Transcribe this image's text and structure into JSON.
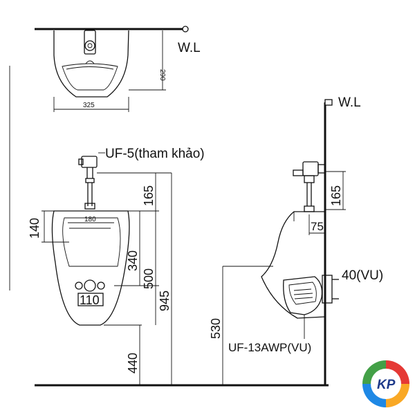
{
  "labels": {
    "wl_top": "W.L",
    "wl_side": "W.L",
    "model_front": "UF-5(tham khảo)",
    "model_side": "UF-13AWP(VU)",
    "pipe_size": "40(VU)"
  },
  "dims_top": {
    "width": "325",
    "depth": "290"
  },
  "dims_front": {
    "inner_width": "180",
    "inner_height": "140",
    "valve_height": "165",
    "upper_height": "340",
    "total_height": "500",
    "overall": "945",
    "rim_height": "440",
    "outlet_width": "110"
  },
  "dims_side": {
    "valve_height": "165",
    "offset": "75",
    "floor_to_outlet": "530"
  },
  "logo": {
    "text": "KP",
    "colors": [
      "#e53935",
      "#f9a825",
      "#1e88e5",
      "#43a047"
    ]
  }
}
